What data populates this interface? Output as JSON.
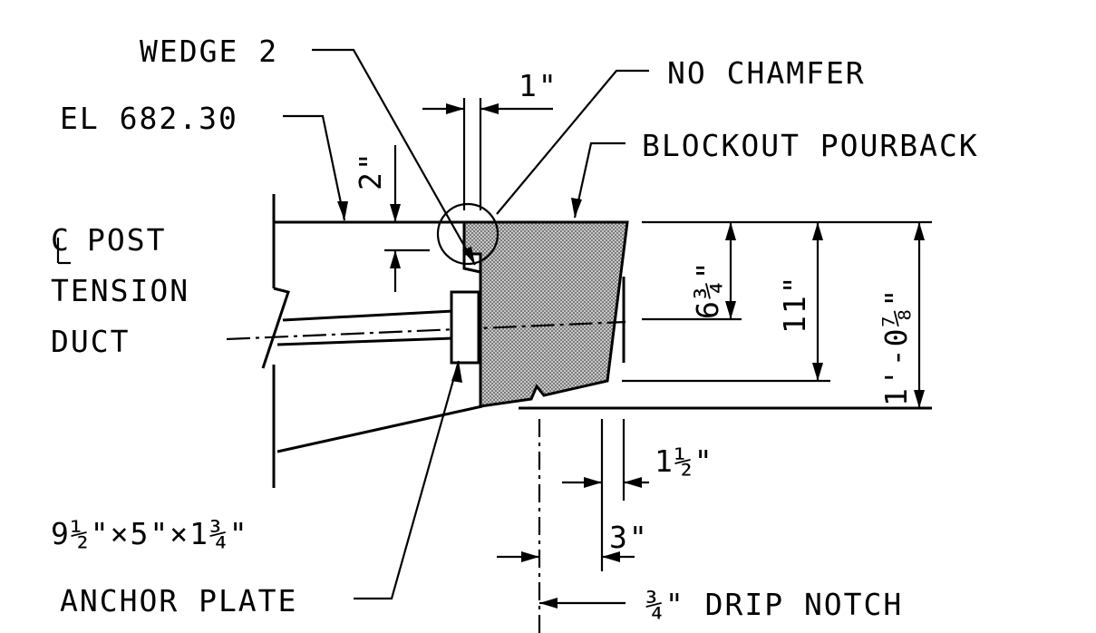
{
  "labels": {
    "wedge": "WEDGE 2",
    "no_chamfer": "NO CHAMFER",
    "elevation": "EL 682.30",
    "blockout": "BLOCKOUT POURBACK",
    "cl_post_line1": "POST",
    "cl_post_line2": "TENSION",
    "cl_post_line3": "DUCT",
    "cl_symbol": "C",
    "anchor_plate_line1": "9½\"×5\"×1¾\"",
    "anchor_plate_line2": "ANCHOR PLATE",
    "drip_notch": "¾\" DRIP NOTCH"
  },
  "dimensions": {
    "one_inch": "1\"",
    "two_inch": "2\"",
    "six_three_quarter": "6¾\"",
    "eleven_inch": "11\"",
    "one_foot_seven_eighths": "1'-0⅞\"",
    "one_and_half": "1½\"",
    "three_inch": "3\""
  },
  "colors": {
    "ink": "#000000",
    "hatch": "#9a9a9a",
    "background": "#ffffff"
  }
}
